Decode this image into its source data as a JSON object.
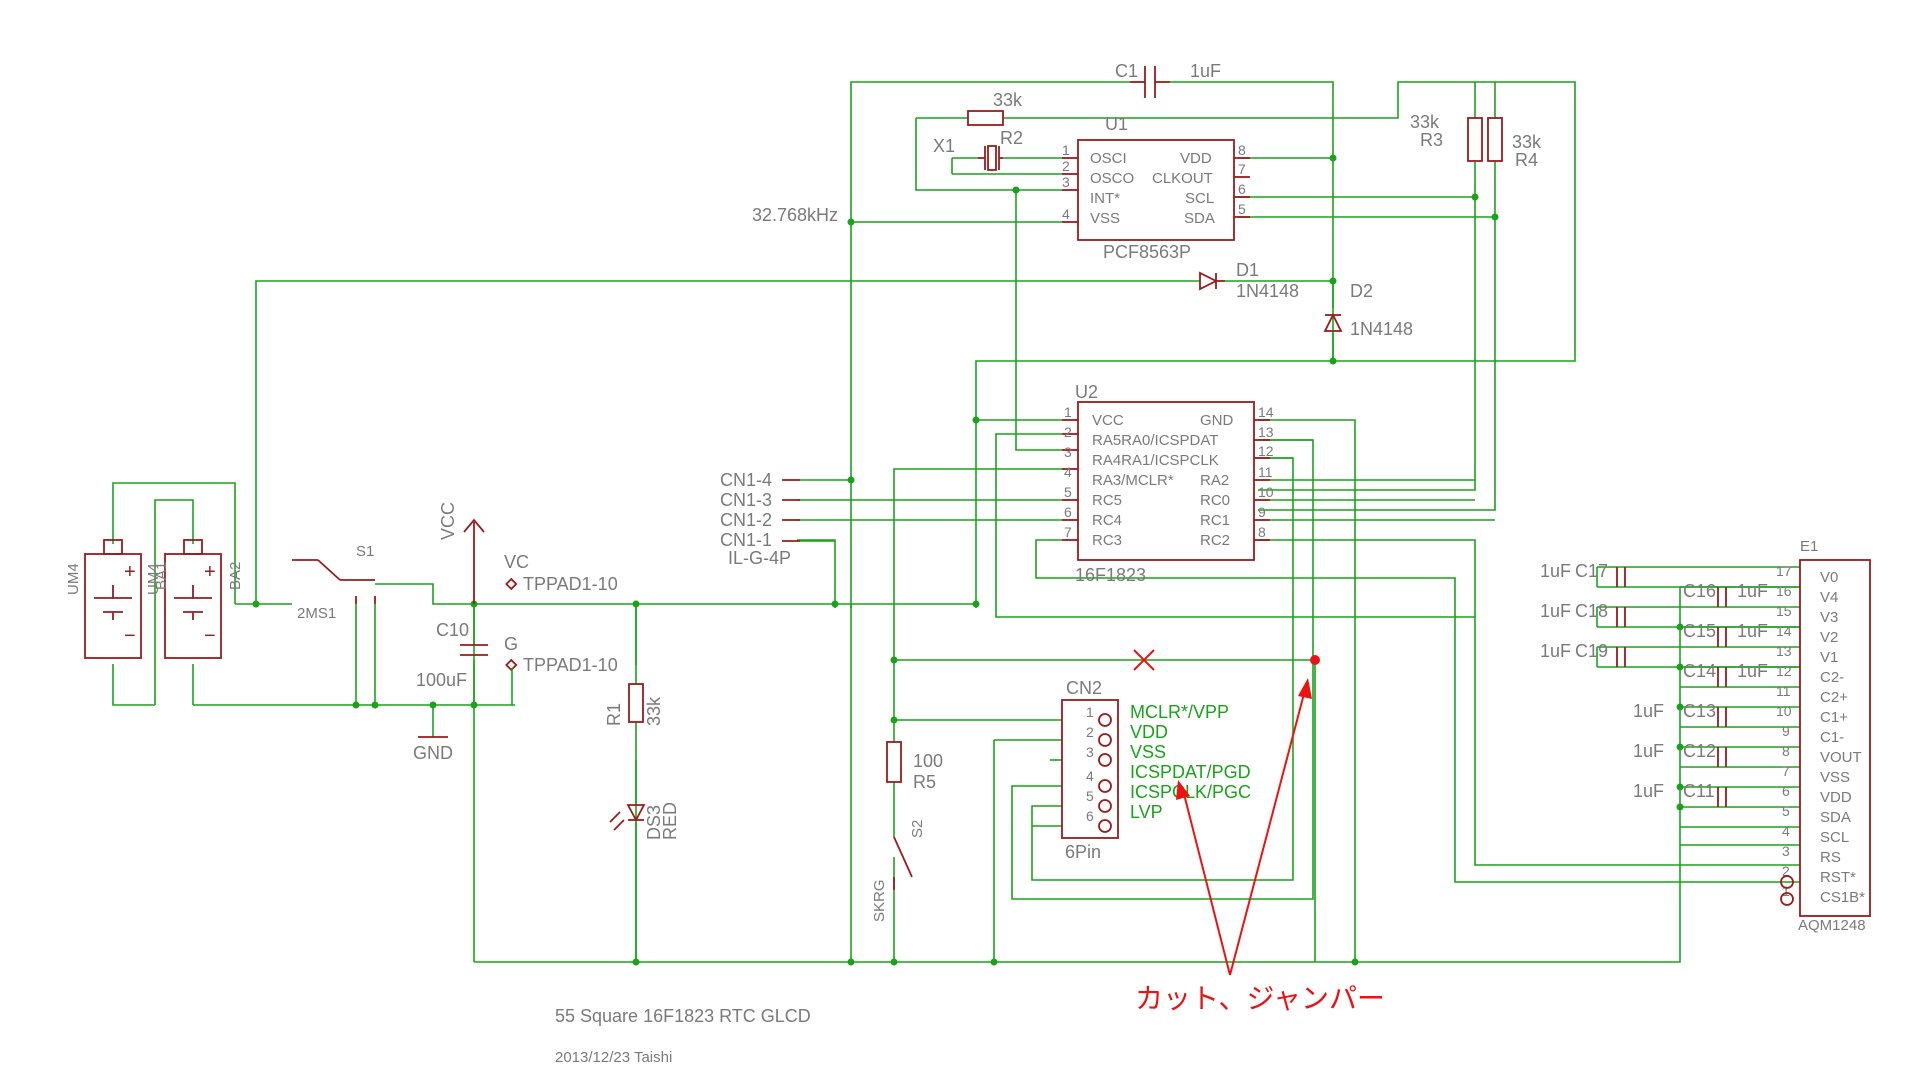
{
  "components": {
    "c1": "C1",
    "c1_val": "1uF",
    "r2_val": "33k",
    "r2": "R2",
    "u1": "U1",
    "x1": "X1",
    "r3_val": "33k",
    "r3": "R3",
    "r4_val": "33k",
    "r4": "R4",
    "u1_pins_left": [
      "OSCI",
      "OSCO",
      "INT*",
      "VSS"
    ],
    "u1_pins_right": [
      "VDD",
      "CLKOUT",
      "SCL",
      "SDA"
    ],
    "u1_nums_left": [
      "1",
      "2",
      "3",
      "4"
    ],
    "u1_nums_right": [
      "8",
      "7",
      "6",
      "5"
    ],
    "u1_part": "PCF8563P",
    "crystal_freq": "32.768kHz",
    "d1": "D1",
    "d1_val": "1N4148",
    "d2": "D2",
    "d2_val": "1N4148",
    "u2": "U2",
    "u2_pins_left": [
      "VCC",
      "RA5RA0/ICSPDAT",
      "RA4RA1/ICSPCLK",
      "RA3/MCLR*",
      "RC5",
      "RC4",
      "RC3"
    ],
    "u2_pins_right": [
      "GND",
      "",
      "",
      "RA2",
      "RC0",
      "RC1",
      "RC2"
    ],
    "u2_nums_left": [
      "1",
      "2",
      "3",
      "4",
      "5",
      "6",
      "7"
    ],
    "u2_nums_right": [
      "14",
      "13",
      "12",
      "11",
      "10",
      "9",
      "8"
    ],
    "u2_part": "16F1823",
    "cn1": [
      "CN1-4",
      "CN1-3",
      "CN1-2",
      "CN1-1"
    ],
    "cn1_part": "IL-G-4P",
    "bat1": "UM4",
    "bat1_name": "BA1",
    "bat2": "UM4",
    "bat2_name": "BA2",
    "s1": "S1",
    "s1_part": "2MS1",
    "vcc": "VCC",
    "vc": "VC",
    "vc_pad": "TPPAD1-10",
    "c10": "C10",
    "c10_val": "100uF",
    "g": "G",
    "g_pad": "TPPAD1-10",
    "gnd": "GND",
    "r1": "R1",
    "r1_val": "33k",
    "ds3": "DS3",
    "ds3_val": "RED",
    "r5_val": "100",
    "r5": "R5",
    "s2": "S2",
    "s2_part": "SKRG",
    "cn2": "CN2",
    "cn2_nums": [
      "1",
      "2",
      "3",
      "4",
      "5",
      "6"
    ],
    "cn2_pins": [
      "MCLR*/VPP",
      "VDD",
      "VSS",
      "ICSPDAT/PGD",
      "ICSPCLK/PGC",
      "LVP"
    ],
    "cn2_part": "6Pin",
    "e1": "E1",
    "e1_part": "AQM1248",
    "e1_pins": [
      "V0",
      "V4",
      "V3",
      "V2",
      "V1",
      "C2-",
      "C2+",
      "C1+",
      "C1-",
      "VOUT",
      "VSS",
      "VDD",
      "SDA",
      "SCL",
      "RS",
      "RST*",
      "CS1B*"
    ],
    "e1_nums": [
      "17",
      "16",
      "15",
      "14",
      "13",
      "12",
      "11",
      "10",
      "9",
      "8",
      "7",
      "6",
      "5",
      "4",
      "3",
      "2",
      "1"
    ],
    "caps": {
      "c17": "C17",
      "c17_val": "1uF",
      "c18": "C18",
      "c18_val": "1uF",
      "c19": "C19",
      "c19_val": "1uF",
      "c16": "C16",
      "c16_val": "1uF",
      "c15": "C15",
      "c15_val": "1uF",
      "c14": "C14",
      "c14_val": "1uF",
      "c13": "C13",
      "c13_val": "1uF",
      "c12": "C12",
      "c12_val": "1uF",
      "c11": "C11",
      "c11_val": "1uF"
    }
  },
  "annotation": {
    "text": "カット、ジャンパー",
    "color": "#ee1111"
  },
  "title": "55 Square 16F1823 RTC GLCD",
  "date_author": "2013/12/23 Taishi",
  "colors": {
    "wire": "#1aa31a",
    "part": "#9a1b1b",
    "label": "#7a7a7a",
    "pin_label": "#1aa31a"
  }
}
